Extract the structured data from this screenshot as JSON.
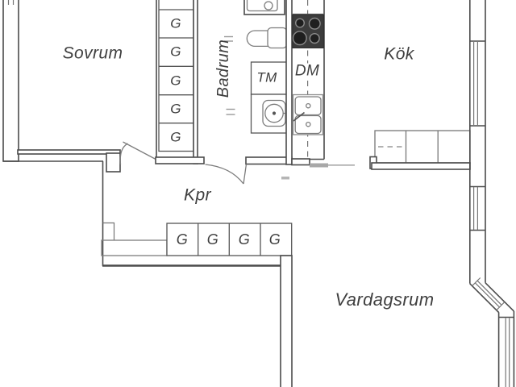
{
  "floorplan": {
    "rooms": {
      "bedroom": {
        "label": "Sovrum"
      },
      "bathroom": {
        "label": "Badrum"
      },
      "kitchen": {
        "label": "Kök"
      },
      "hallway": {
        "label": "Kpr"
      },
      "living_room": {
        "label": "Vardagsrum"
      }
    },
    "appliances": {
      "washing_machine": {
        "label": "TM"
      },
      "dishwasher": {
        "label": "DM"
      }
    },
    "wardrobes": {
      "column": [
        "G",
        "G",
        "G",
        "G",
        "G"
      ],
      "row": [
        "G",
        "G",
        "G",
        "G"
      ]
    },
    "icons": [
      "bathroom-sink-icon",
      "toilet-icon",
      "washing-machine-drum-icon",
      "stove-burners-icon",
      "kitchen-double-sink-icon",
      "window-icon",
      "door-swing-icon"
    ],
    "colors": {
      "wall": "#4b4b4b",
      "fixture_line": "#7d7d7d",
      "stove_fill": "#3c3c3c",
      "burner_fill": "#1f1f1f",
      "threshold": "#a8a8a8",
      "text": "#3f3f3f",
      "background": "#ffffff"
    }
  }
}
